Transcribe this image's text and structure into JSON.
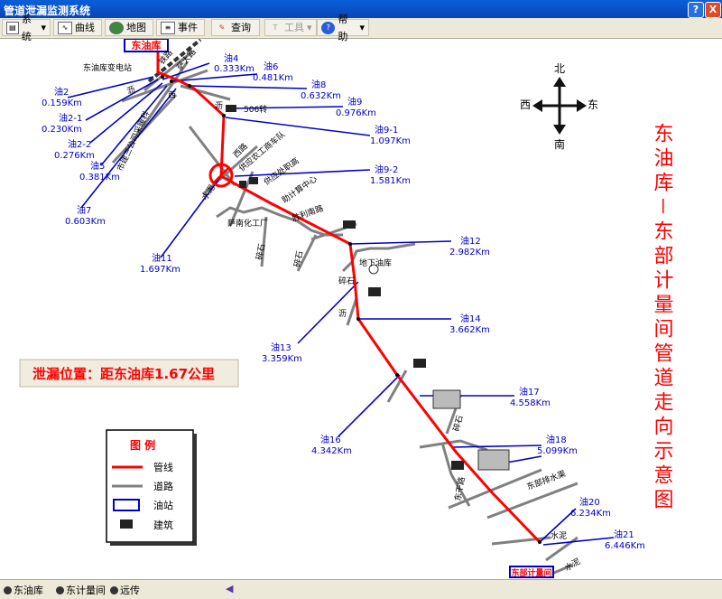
{
  "window": {
    "title": "管道泄漏监测系统",
    "help_btn": "?",
    "close_btn": "X"
  },
  "toolbar": {
    "system": "系统",
    "curve": "曲线",
    "map": "地图",
    "event": "事件",
    "query": "查询",
    "tools": "工具",
    "help": "帮助"
  },
  "map": {
    "title": "东油库－东部计量间管道走向示意图",
    "start_station": "东油库",
    "end_station": "东部计量间",
    "leak_text": "泄漏位置：距东油库1.67公里",
    "compass": {
      "n": "北",
      "s": "南",
      "w": "西",
      "e": "东"
    },
    "legend": {
      "title": "图 例",
      "pipeline": "管线",
      "road": "道路",
      "station": "油站",
      "building": "建筑"
    },
    "wells": [
      {
        "name": "油4",
        "dist": "0.333Km"
      },
      {
        "name": "油6",
        "dist": "0.481Km"
      },
      {
        "name": "油8",
        "dist": "0.632Km"
      },
      {
        "name": "油9",
        "dist": "0.976Km"
      },
      {
        "name": "油9-1",
        "dist": "1.097Km"
      },
      {
        "name": "油9-2",
        "dist": "1.581Km"
      },
      {
        "name": "油2",
        "dist": "0.159Km"
      },
      {
        "name": "油2-1",
        "dist": "0.230Km"
      },
      {
        "name": "油2-2",
        "dist": "0.276Km"
      },
      {
        "name": "油5",
        "dist": "0.381Km"
      },
      {
        "name": "油7",
        "dist": "0.603Km"
      },
      {
        "name": "油11",
        "dist": "1.697Km"
      },
      {
        "name": "油12",
        "dist": "2.982Km"
      },
      {
        "name": "油14",
        "dist": "3.662Km"
      },
      {
        "name": "油13",
        "dist": "3.359Km"
      },
      {
        "name": "油17",
        "dist": "4.558Km"
      },
      {
        "name": "油16",
        "dist": "4.342Km"
      },
      {
        "name": "油18",
        "dist": "5.099Km"
      },
      {
        "name": "油20",
        "dist": "6.234Km"
      },
      {
        "name": "油21",
        "dist": "6.446Km"
      }
    ],
    "labels": {
      "substation": "东油库变电站",
      "rail": "铁路",
      "sada": "萨大路",
      "road_li1": "沥",
      "road_xi": "西",
      "road_li2": "沥",
      "turn506": "506转",
      "co3": "市建三公司采暖科",
      "west_road": "西路",
      "supply": "供应农工商车队",
      "supply2": "供应处职高",
      "meter_center": "助计算中心",
      "shengli": "胜利南路",
      "shuini": "水泥",
      "sanan_chem": "萨南化工厂",
      "gravel1": "碎石",
      "gravel2": "碎石",
      "underground": "地下油库",
      "gravel3": "碎石",
      "li3": "沥",
      "gravel4": "碎石",
      "dongqian": "东干路",
      "drain": "东部排水渠",
      "shuini2": "水泥",
      "shuini3": "水泥"
    }
  },
  "status": {
    "s1": "东油库",
    "s2": "东计量间",
    "s3": "远传"
  }
}
